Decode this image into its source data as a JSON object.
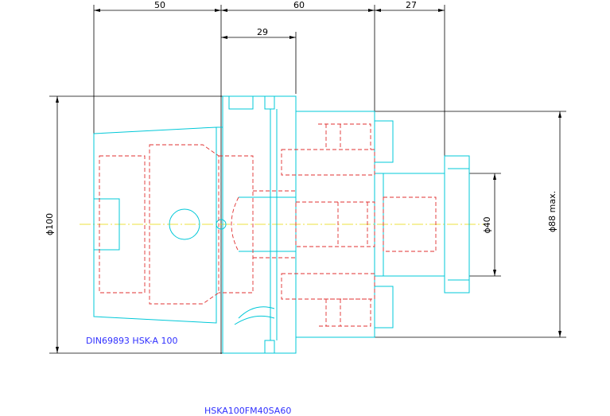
{
  "dimensions": {
    "d50": "50",
    "d60": "60",
    "d27": "27",
    "d29": "29",
    "phi100": "ϕ100",
    "phi40": "ϕ40",
    "phi88": "ϕ88 max."
  },
  "labels": {
    "standard": "DIN69893 HSK-A 100",
    "part_number": "HSKA100FM40SA60"
  },
  "colors": {
    "outline": "#00c8d8",
    "hidden": "#e03030",
    "center": "#e8d800",
    "dimension": "#000000",
    "text_blue": "#3030ff"
  }
}
